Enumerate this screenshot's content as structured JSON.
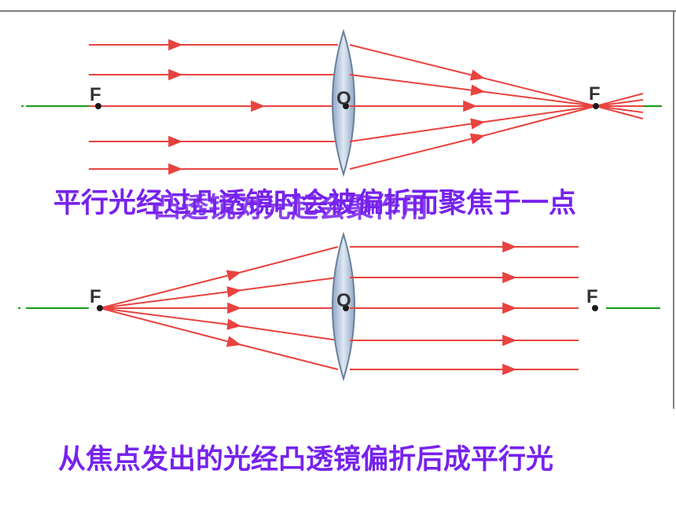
{
  "colors": {
    "ray": "#e8433f",
    "axis": "#1a9a1a",
    "lens_fill": "#b9c9de",
    "lens_edge": "#6b7f9a",
    "point": "#1a1a1a",
    "caption": "#7722ee",
    "frame": "#555555"
  },
  "diagram_top": {
    "focus_left_label": "F",
    "center_label": "O",
    "focus_right_label": "F",
    "caption": "平行光经过凸透镜时会被偏折而聚焦于一点",
    "overlapping_caption": "凸透镜对光起会聚作用"
  },
  "diagram_bottom": {
    "focus_left_label": "F",
    "center_label": "O",
    "focus_right_label": "F",
    "caption": "从焦点发出的光经凸透镜偏折后成平行光"
  }
}
